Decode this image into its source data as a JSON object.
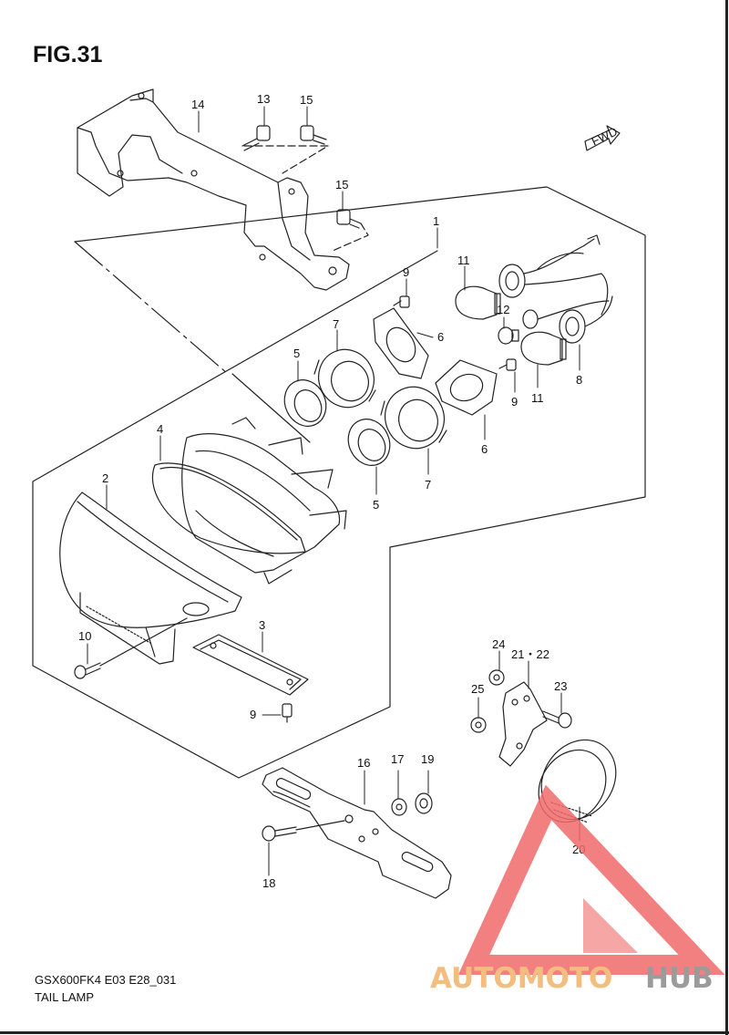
{
  "figure": {
    "title": "FIG.31",
    "model_code": "GSX600FK4 E03 E28_031",
    "caption": "TAIL LAMP"
  },
  "fwd_label": "FWD",
  "callouts": {
    "c1": "1",
    "c2": "2",
    "c3": "3",
    "c4": "4",
    "c5a": "5",
    "c5b": "5",
    "c6a": "6",
    "c6b": "6",
    "c7a": "7",
    "c7b": "7",
    "c8": "8",
    "c9a": "9",
    "c9b": "9",
    "c9c": "9",
    "c10": "10",
    "c11a": "11",
    "c11b": "11",
    "c12": "12",
    "c13": "13",
    "c14": "14",
    "c15a": "15",
    "c15b": "15",
    "c16": "16",
    "c17": "17",
    "c18": "18",
    "c19": "19",
    "c20": "20",
    "c21": "21・22",
    "c23": "23",
    "c24": "24",
    "c25": "25"
  },
  "watermark": {
    "part1": "AUTOMOTO",
    "part2": "HUB",
    "color_primary": "#f26b6b",
    "color_secondary": "#f3b26a",
    "color_dark": "#8a8a8a"
  }
}
